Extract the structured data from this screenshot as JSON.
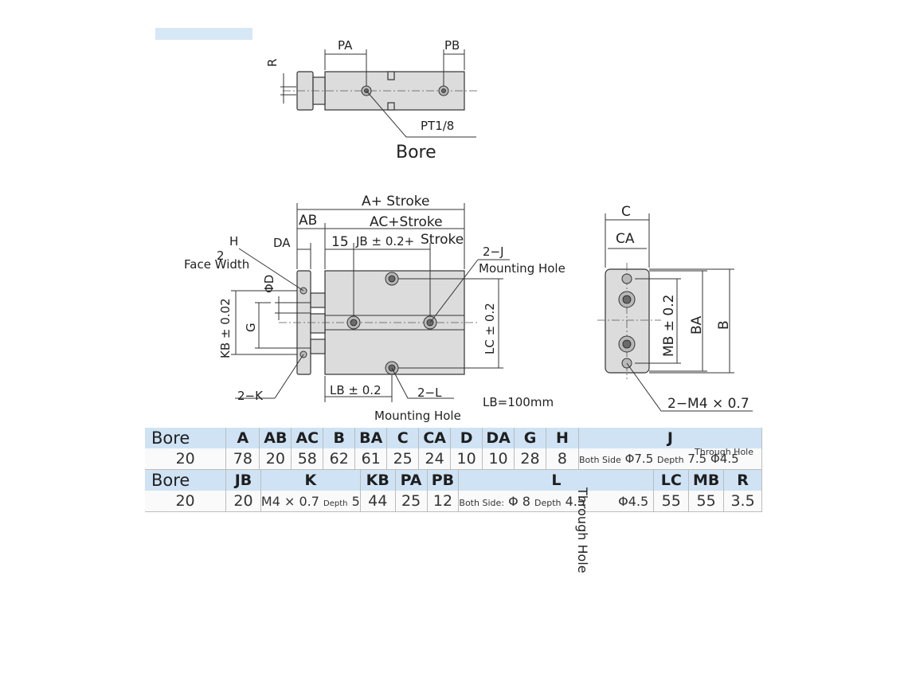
{
  "top_view": {
    "pa": "PA",
    "pb": "PB",
    "r": "R",
    "port": "PT1/8",
    "bore": "Bore"
  },
  "front_view": {
    "a_stroke": "A+ Stroke",
    "ac_stroke": "AC+Stroke",
    "ab": "AB",
    "da": "DA",
    "h": "H",
    "dim_15": "15",
    "jb_stroke": "JB ± 0.2+",
    "stroke": "Stroke",
    "face_width_prefix": "2",
    "face_width": "Face Width",
    "phi_d": "ΦD",
    "kb": "KB ± 0.02",
    "g": "G",
    "lc": "LC ± 0.2",
    "j_count": "2−J",
    "mounting_hole": "Mounting Hole",
    "k_count": "2−K",
    "lb": "LB ± 0.2",
    "l_count": "2−L",
    "lb_value": "LB=100mm",
    "mounting_hole_bottom": "Mounting Hole"
  },
  "side_view": {
    "c": "C",
    "ca": "CA",
    "mb": "MB ± 0.2",
    "ba": "BA",
    "b": "B",
    "thread": "2−M4 × 0.7"
  },
  "table1": {
    "headers": [
      "Bore",
      "A",
      "AB",
      "AC",
      "B",
      "BA",
      "C",
      "CA",
      "D",
      "DA",
      "G",
      "H",
      "J"
    ],
    "values": [
      "20",
      "78",
      "20",
      "58",
      "62",
      "61",
      "25",
      "24",
      "10",
      "10",
      "28",
      "8"
    ],
    "j_both_side": "Both Side",
    "j_phi": "Φ7.5",
    "j_depth": "Depth",
    "j_depth_val": "7.5",
    "j_through": "Through Hole",
    "j_phi2": "Φ4.5"
  },
  "table2": {
    "headers": [
      "Bore",
      "JB",
      "K",
      "KB",
      "PA",
      "PB",
      "L",
      "LC",
      "MB",
      "R"
    ],
    "bore": "20",
    "jb": "20",
    "k_thread": "M4 × 0.7",
    "k_depth": "Depth",
    "k_depth_val": "5",
    "kb": "44",
    "pa": "25",
    "pb": "12",
    "l_both_side": "Both Side:",
    "l_phi": "Φ 8",
    "l_depth": "Depth",
    "l_depth_val": "4.5",
    "l_phi2": "Φ4.5",
    "l_through": "Through Hole",
    "lc": "55",
    "mb": "55",
    "r": "3.5"
  }
}
